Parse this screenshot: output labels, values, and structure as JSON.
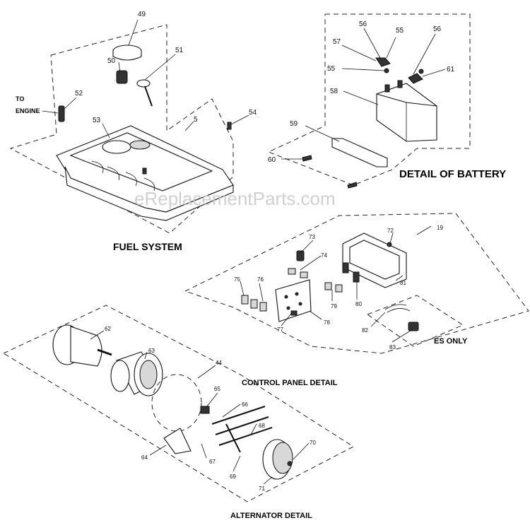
{
  "sections": {
    "fuel_system": "FUEL SYSTEM",
    "detail_of_battery": "DETAIL OF BATTERY",
    "control_panel_detail": "CONTROL PANEL DETAIL",
    "alternator_detail": "ALTERNATOR DETAIL",
    "es_only": "ES ONLY",
    "to_engine_line1": "TO",
    "to_engine_line2": "ENGINE"
  },
  "watermark": "eReplacementParts.com",
  "callouts": {
    "p5": "5",
    "p19": "19",
    "p44": "44",
    "p49": "49",
    "p50": "50",
    "p51": "51",
    "p52": "52",
    "p53": "53",
    "p54": "54",
    "p55a": "55",
    "p55b": "55",
    "p56a": "56",
    "p56b": "56",
    "p57a": "57",
    "p58": "58",
    "p59": "59",
    "p60": "60",
    "p61": "61",
    "p62": "62",
    "p63": "63",
    "p64": "64",
    "p65": "65",
    "p66": "66",
    "p67": "67",
    "p68": "68",
    "p69": "69",
    "p70": "70",
    "p71": "71",
    "p72": "72",
    "p73": "73",
    "p74": "74",
    "p75": "75",
    "p76": "76",
    "p77": "77",
    "p78": "78",
    "p79": "79",
    "p80": "80",
    "p81": "81",
    "p82": "82",
    "p83": "83"
  }
}
